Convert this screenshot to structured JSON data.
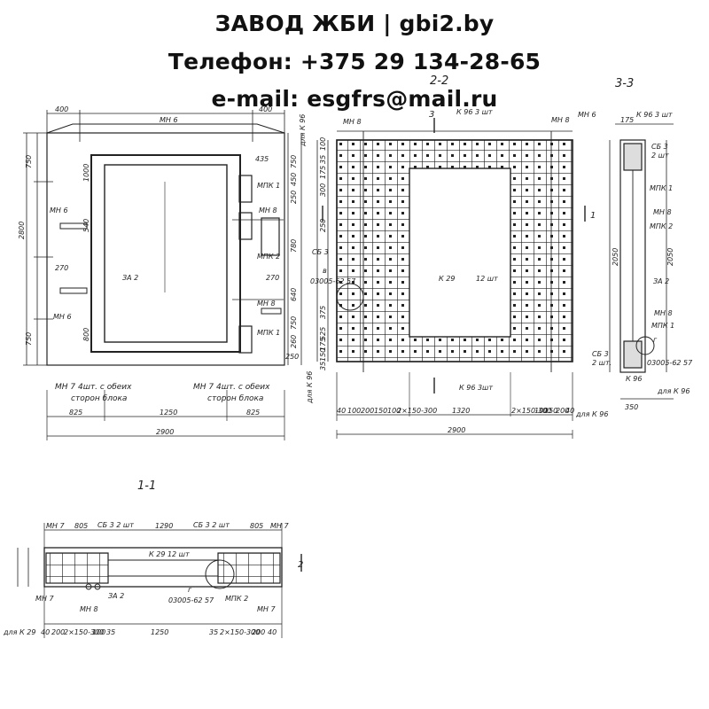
{
  "header": {
    "line1": "ЗАВОД ЖБИ | gbi2.by",
    "line2": "Телефон: +375 29 134-28-65",
    "line3": "e-mail: esgfrs@mail.ru"
  },
  "view1": {
    "top_dims": [
      "400",
      "МН 6",
      "400"
    ],
    "left_dims": [
      "750",
      "1000",
      "2800",
      "540",
      "270",
      "750",
      "800"
    ],
    "mid_dims": [
      "435",
      "750",
      "450",
      "250",
      "780",
      "270",
      "640",
      "260",
      "250",
      "750"
    ],
    "labels": {
      "mn6a": "МН 6",
      "mn6b": "МН 6",
      "za2": "ЗА 2",
      "mpk1a": "МПК 1",
      "mpk1b": "МПК 1",
      "mn8a": "МН 8",
      "mn8b": "МН 8",
      "mpk2": "МПК 2",
      "dla": "для К 96"
    },
    "note_left": "МН 7  4шт. с обеих",
    "note_left2": "сторон блока",
    "note_right": "МН 7  4шт. с обеих",
    "note_right2": "сторон блока",
    "bottom_dims": [
      "825",
      "1250",
      "825"
    ],
    "total": "2900"
  },
  "view22": {
    "title": "2-2",
    "labels": {
      "mn8l": "МН 8",
      "mn8r": "МН 8",
      "k96top": "К 96  3 шт",
      "k29": "К 29",
      "k29n": "12 шт",
      "sb3": "СБ 3",
      "code": "03005-62 57",
      "gl": "в",
      "k96bot": "К 96  3шт",
      "dla": "для К 96",
      "dlb": "для К 96",
      "s1": "1",
      "s3": "3"
    },
    "bottom_dims": [
      "40",
      "100",
      "200",
      "150",
      "100",
      "2×150-300",
      "1320",
      "2×150-300",
      "100",
      "150",
      "200",
      "40"
    ],
    "total": "2900",
    "left_dims": [
      "100",
      "35",
      "175",
      "300",
      "250",
      "375",
      "525",
      "175",
      "150",
      "35"
    ]
  },
  "view33": {
    "title": "3-3",
    "labels": {
      "mn6": "МН 6",
      "k96": "К 96 3 шт",
      "sb3": "СБ 3",
      "sb3n": "2 шт",
      "mpk1a": "МПК 1",
      "mn8a": "МН 8",
      "mpk2": "МПК 2",
      "za2": "ЗА 2",
      "mn8b": "МН 8",
      "mpk1b": "МПК 1",
      "sb3b": "СБ 3",
      "sb3bn": "2 шт.",
      "g": "г",
      "code": "03005-62 57",
      "k96b": "К 96",
      "dlk": "для К 96",
      "dim2050": "2050",
      "dim175": "175",
      "dim350": "350"
    }
  },
  "view11": {
    "title": "1-1",
    "labels": {
      "mn7l": "МН 7",
      "mn7r": "МН 7",
      "mn7bl": "МН 7",
      "mn7br": "МН 7",
      "sb3a": "СБ 3  2 шт",
      "sb3b": "СБ 3  2 шт",
      "k29": "К 29  12 шт",
      "za2": "ЗА 2",
      "mn8": "МН 8",
      "mpk2": "МПК 2",
      "g": "г",
      "code": "03005-62 57",
      "dla": "для К 29",
      "s2": "2",
      "d805a": "805",
      "d1290": "1290",
      "d805b": "805",
      "d1250": "1250"
    },
    "bottom_dims": [
      "40",
      "200",
      "2×150-300",
      "100",
      "35",
      "1250",
      "35",
      "2×150-300",
      "200",
      "40"
    ]
  }
}
